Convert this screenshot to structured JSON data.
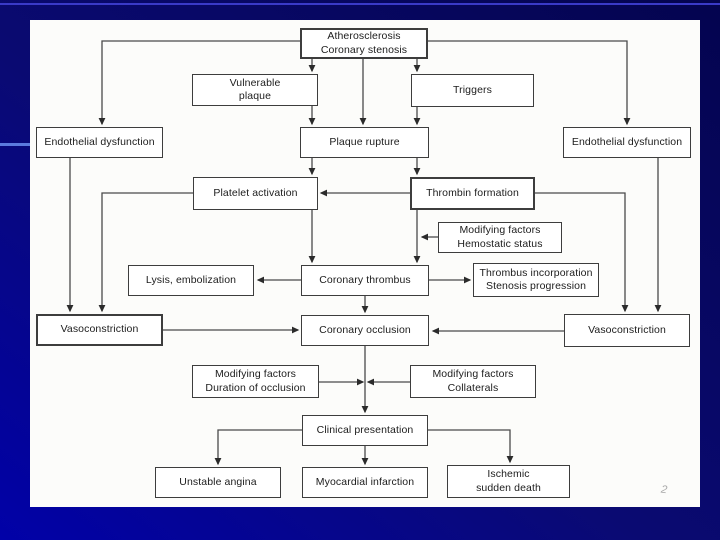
{
  "slide": {
    "page_marker": "2",
    "colors": {
      "background_top": "#04044f",
      "background_bottom_left": "#0101a8",
      "top_accent": "#3a3ac8",
      "left_accent": "#5b7ade",
      "panel": "#fcfcfa",
      "line": "#454545"
    }
  },
  "diagram": {
    "type": "flowchart",
    "nodes": {
      "atherosclerosis": {
        "label": "Atherosclerosis\nCoronary stenosis"
      },
      "vulnerable_plaque": {
        "label": "Vulnerable\nplaque"
      },
      "triggers": {
        "label": "Triggers"
      },
      "endothelial_left": {
        "label": "Endothelial dysfunction"
      },
      "plaque_rupture": {
        "label": "Plaque rupture"
      },
      "endothelial_right": {
        "label": "Endothelial dysfunction"
      },
      "platelet_activation": {
        "label": "Platelet activation"
      },
      "thrombin_formation": {
        "label": "Thrombin formation"
      },
      "modifying_hemostatic": {
        "label": "Modifying factors\nHemostatic status"
      },
      "lysis_embolization": {
        "label": "Lysis, embolization"
      },
      "coronary_thrombus": {
        "label": "Coronary thrombus"
      },
      "thrombus_incorporation": {
        "label": "Thrombus incorporation\nStenosis progression"
      },
      "vasoconstriction_left": {
        "label": "Vasoconstriction"
      },
      "coronary_occlusion": {
        "label": "Coronary occlusion"
      },
      "vasoconstriction_right": {
        "label": "Vasoconstriction"
      },
      "modifying_duration": {
        "label": "Modifying factors\nDuration of occlusion"
      },
      "modifying_collaterals": {
        "label": "Modifying factors\nCollaterals"
      },
      "clinical_presentation": {
        "label": "Clinical presentation"
      },
      "unstable_angina": {
        "label": "Unstable angina"
      },
      "myocardial_infarction": {
        "label": "Myocardial infarction"
      },
      "ischemic_sudden_death": {
        "label": "Ischemic\nsudden death"
      }
    },
    "connections": [
      {
        "from": "atherosclerosis",
        "to": "endothelial_left"
      },
      {
        "from": "atherosclerosis",
        "to": "vulnerable_plaque"
      },
      {
        "from": "atherosclerosis",
        "to": "plaque_rupture"
      },
      {
        "from": "atherosclerosis",
        "to": "triggers"
      },
      {
        "from": "atherosclerosis",
        "to": "endothelial_right"
      },
      {
        "from": "vulnerable_plaque",
        "to": "plaque_rupture"
      },
      {
        "from": "triggers",
        "to": "plaque_rupture"
      },
      {
        "from": "plaque_rupture",
        "to": "platelet_activation"
      },
      {
        "from": "plaque_rupture",
        "to": "thrombin_formation"
      },
      {
        "from": "thrombin_formation",
        "to": "platelet_activation"
      },
      {
        "from": "endothelial_left",
        "to": "vasoconstriction_left"
      },
      {
        "from": "platelet_activation",
        "to": "vasoconstriction_left"
      },
      {
        "from": "thrombin_formation",
        "to": "vasoconstriction_right"
      },
      {
        "from": "endothelial_right",
        "to": "vasoconstriction_right"
      },
      {
        "from": "platelet_activation",
        "to": "coronary_thrombus"
      },
      {
        "from": "thrombin_formation",
        "to": "coronary_thrombus"
      },
      {
        "from": "modifying_hemostatic",
        "to": "thrombin_formation"
      },
      {
        "from": "coronary_thrombus",
        "to": "lysis_embolization"
      },
      {
        "from": "coronary_thrombus",
        "to": "thrombus_incorporation"
      },
      {
        "from": "coronary_thrombus",
        "to": "coronary_occlusion"
      },
      {
        "from": "vasoconstriction_left",
        "to": "coronary_occlusion"
      },
      {
        "from": "vasoconstriction_right",
        "to": "coronary_occlusion"
      },
      {
        "from": "coronary_occlusion",
        "to": "clinical_presentation"
      },
      {
        "from": "modifying_duration",
        "to": "clinical_presentation"
      },
      {
        "from": "modifying_collaterals",
        "to": "clinical_presentation"
      },
      {
        "from": "clinical_presentation",
        "to": "unstable_angina"
      },
      {
        "from": "clinical_presentation",
        "to": "myocardial_infarction"
      },
      {
        "from": "clinical_presentation",
        "to": "ischemic_sudden_death"
      }
    ]
  }
}
